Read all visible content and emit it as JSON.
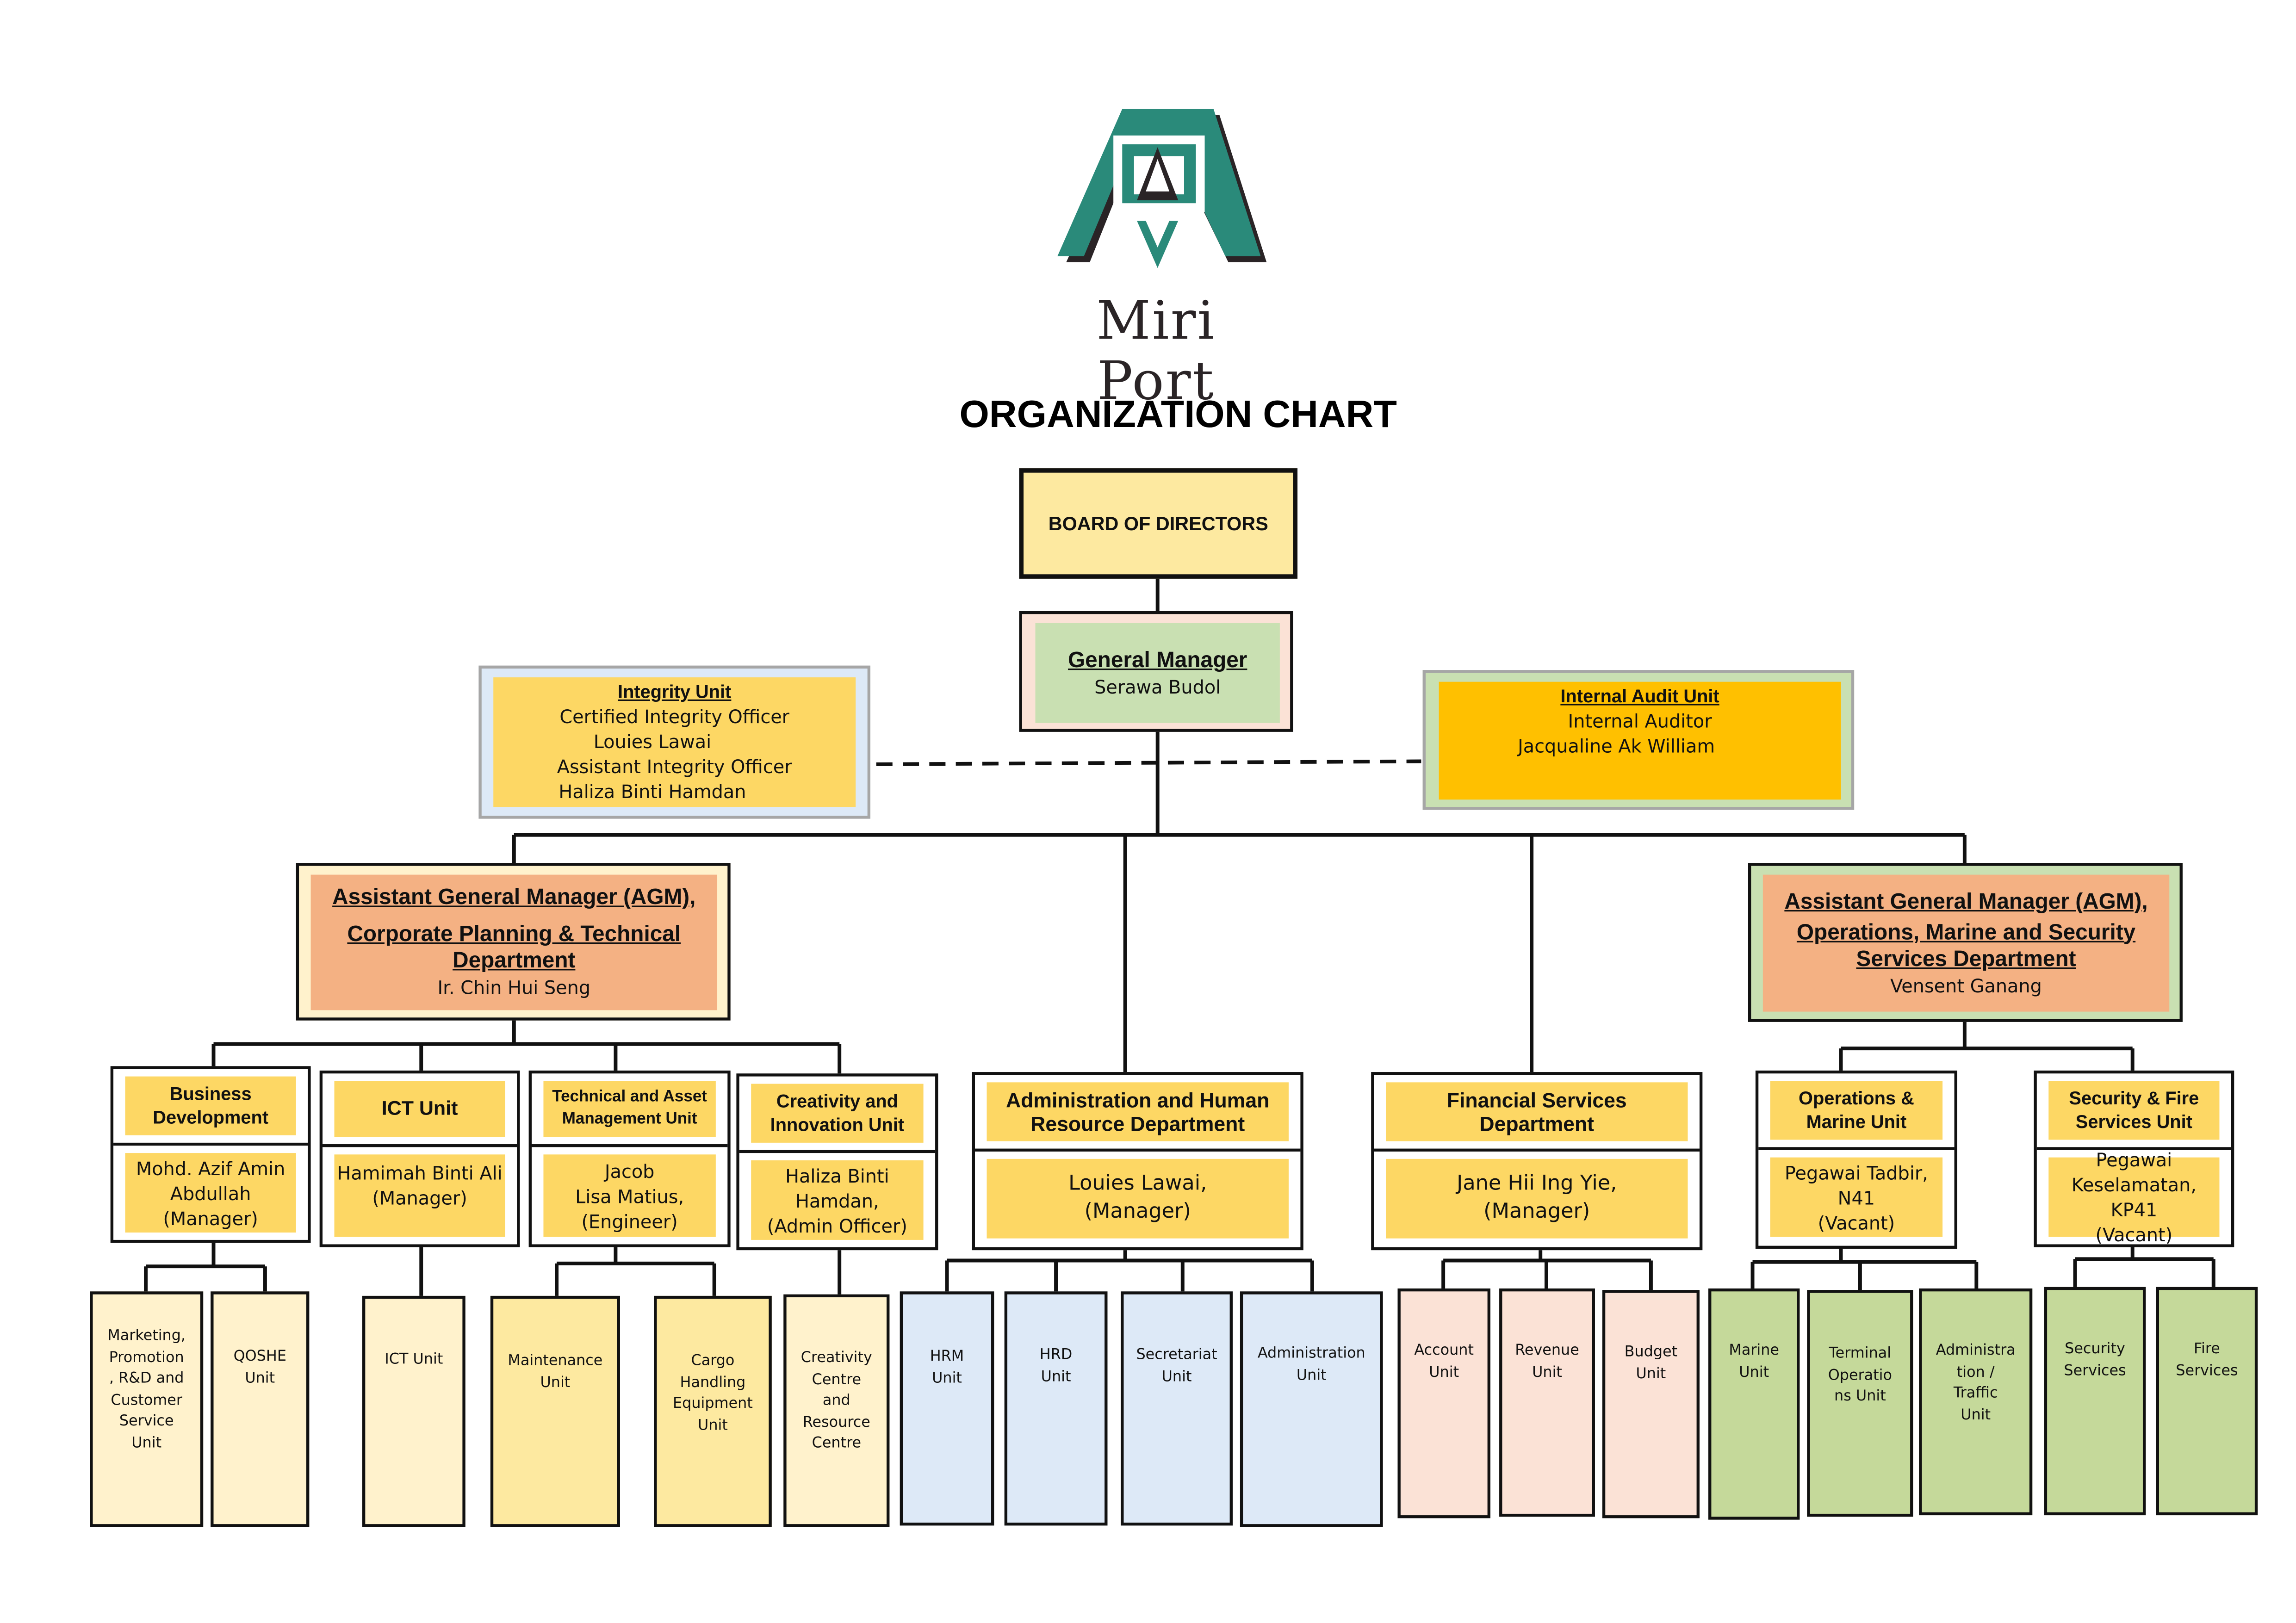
{
  "logo": {
    "name": "Miri Port",
    "colors": {
      "teal": "#2a8a7a",
      "dark": "#2a2426"
    }
  },
  "title": "ORGANIZATION CHART",
  "board": "BOARD OF DIRECTORS",
  "gm": {
    "title": "General Manager",
    "name": "Serawa Budol"
  },
  "integrity": {
    "title": "Integrity Unit",
    "lines": [
      "Certified Integrity Officer",
      "Louies Lawai",
      "Assistant Integrity Officer",
      "Haliza Binti Hamdan"
    ]
  },
  "audit": {
    "title": "Internal Audit Unit",
    "lines": [
      "Internal Auditor",
      "Jacqualine Ak William"
    ]
  },
  "agm_left": {
    "line1": "Assistant General Manager (AGM),",
    "line2": "Corporate Planning & Technical",
    "line3": "Department",
    "name": "Ir. Chin Hui Seng"
  },
  "agm_right": {
    "line1": "Assistant General Manager (AGM),",
    "line2": "Operations, Marine and Security",
    "line3": "Services Department",
    "name": "Vensent Ganang"
  },
  "units": {
    "bd": {
      "title": [
        "Business",
        "Development"
      ],
      "person": [
        "Mohd. Azif Amin",
        "Abdullah",
        "(Manager)"
      ]
    },
    "ict": {
      "title": [
        "ICT Unit"
      ],
      "person": [
        "Hamimah Binti Ali",
        "(Manager)"
      ]
    },
    "tam": {
      "title": [
        "Technical and Asset",
        "Management Unit"
      ],
      "person": [
        "Jacob",
        "Lisa Matius,",
        "(Engineer)"
      ]
    },
    "ciu": {
      "title": [
        "Creativity and",
        "Innovation Unit"
      ],
      "person": [
        "Haliza Binti",
        "Hamdan,",
        "(Admin Officer)"
      ]
    },
    "ahr": {
      "title": [
        "Administration and Human",
        "Resource Department"
      ],
      "person": [
        "Louies Lawai,",
        "(Manager)"
      ]
    },
    "fsd": {
      "title": [
        "Financial Services",
        "Department"
      ],
      "person": [
        "Jane Hii Ing Yie,",
        "(Manager)"
      ]
    },
    "omu": {
      "title": [
        "Operations &",
        "Marine Unit"
      ],
      "person": [
        "Pegawai Tadbir,",
        "N41",
        "(Vacant)"
      ]
    },
    "sfs": {
      "title": [
        "Security & Fire",
        "Services Unit"
      ],
      "person": [
        "Pegawai",
        "Keselamatan, KP41",
        "(Vacant)"
      ]
    }
  },
  "subunits": {
    "mkt": [
      "Marketing,",
      "Promotion",
      ", R&D and",
      "Customer",
      "Service",
      "Unit"
    ],
    "qoshe": [
      "QOSHE",
      "Unit"
    ],
    "ict": [
      "ICT Unit"
    ],
    "maint": [
      "Maintenance",
      "Unit"
    ],
    "cargo": [
      "Cargo",
      "Handling",
      "Equipment",
      "Unit"
    ],
    "crc": [
      "Creativity",
      "Centre",
      "and",
      "Resource",
      "Centre"
    ],
    "hrm": [
      "HRM",
      "Unit"
    ],
    "hrd": [
      "HRD",
      "Unit"
    ],
    "sec": [
      "Secretariat",
      "Unit"
    ],
    "adm": [
      "Administration",
      "Unit"
    ],
    "acc": [
      "Account",
      "Unit"
    ],
    "rev": [
      "Revenue",
      "Unit"
    ],
    "bud": [
      "Budget",
      "Unit"
    ],
    "mar": [
      "Marine",
      "Unit"
    ],
    "term": [
      "Terminal",
      "Operatio",
      "ns Unit"
    ],
    "traf": [
      "Administra",
      "tion /",
      "Traffic",
      "Unit"
    ],
    "secs": [
      "Security",
      "Services"
    ],
    "fire": [
      "Fire",
      "Services"
    ]
  },
  "colors": {
    "yellow_light": "#fde9a0",
    "yellow_mid": "#fdd764",
    "salmon": "#f4b183",
    "green_light": "#c9e0b2",
    "green_mid": "#c5d99a",
    "blue_light": "#dde9f7",
    "pink_light": "#fbe2d6",
    "cream": "#fff2cc",
    "amber": "#ffc000",
    "grey_border": "#a6a6a6"
  }
}
